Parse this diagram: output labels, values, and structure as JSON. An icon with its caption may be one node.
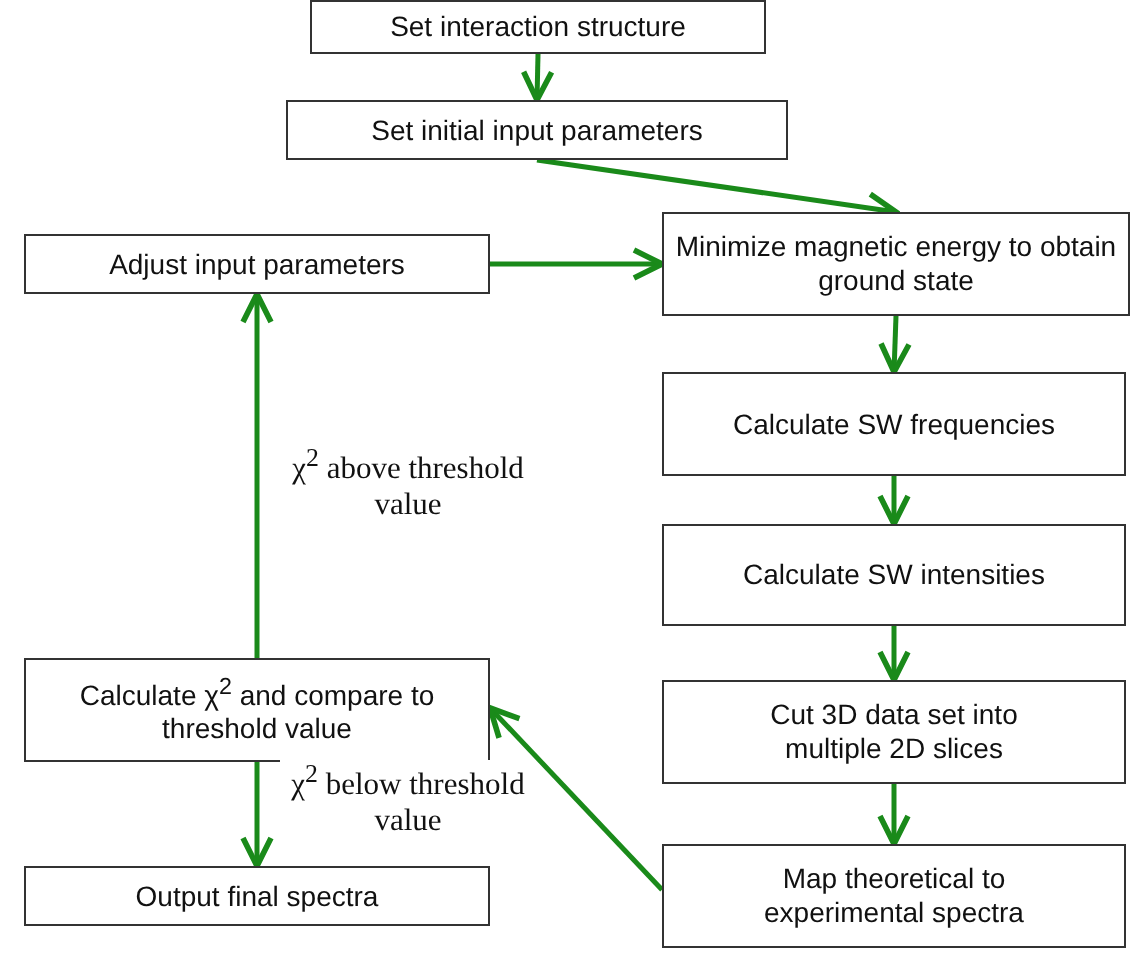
{
  "diagram": {
    "nodes": [
      {
        "text": [
          "Set interaction structure"
        ]
      },
      {
        "text": [
          "Set initial input parameters"
        ]
      },
      {
        "text": [
          "Adjust input parameters"
        ]
      },
      {
        "text": [
          "Minimize magnetic energy to obtain ground state"
        ]
      },
      {
        "text": [
          "Calculate SW frequencies"
        ]
      },
      {
        "text": [
          "Calculate SW intensities"
        ]
      },
      {
        "text": [
          "Cut 3D data set into multiple 2D slices"
        ]
      },
      {
        "text": [
          "Map theoretical to experimental spectra"
        ]
      },
      {
        "text": [
          "Calculate χ$^{2}$ and compare to threshold value"
        ]
      },
      {
        "text": [
          "Output final spectra"
        ]
      }
    ],
    "edges": [
      {
        "from": 0,
        "to": 1,
        "arrow": "to"
      },
      {
        "from": 1,
        "to": 3,
        "arrow": "to"
      },
      {
        "from": 2,
        "to": 3,
        "arrow": "to"
      },
      {
        "from": 3,
        "to": 4,
        "arrow": "to"
      },
      {
        "from": 4,
        "to": 5,
        "arrow": "to"
      },
      {
        "from": 5,
        "to": 6,
        "arrow": "to"
      },
      {
        "from": 6,
        "to": 7,
        "arrow": "to"
      },
      {
        "from": 7,
        "to": 8,
        "arrow": "to"
      },
      {
        "from": 8,
        "to": 2,
        "arrow": "to",
        "label": "χ$^{2}$ above threshold value"
      },
      {
        "from": 8,
        "to": 9,
        "arrow": "to",
        "label": "χ$^{2}$ below threshold value"
      }
    ]
  }
}
